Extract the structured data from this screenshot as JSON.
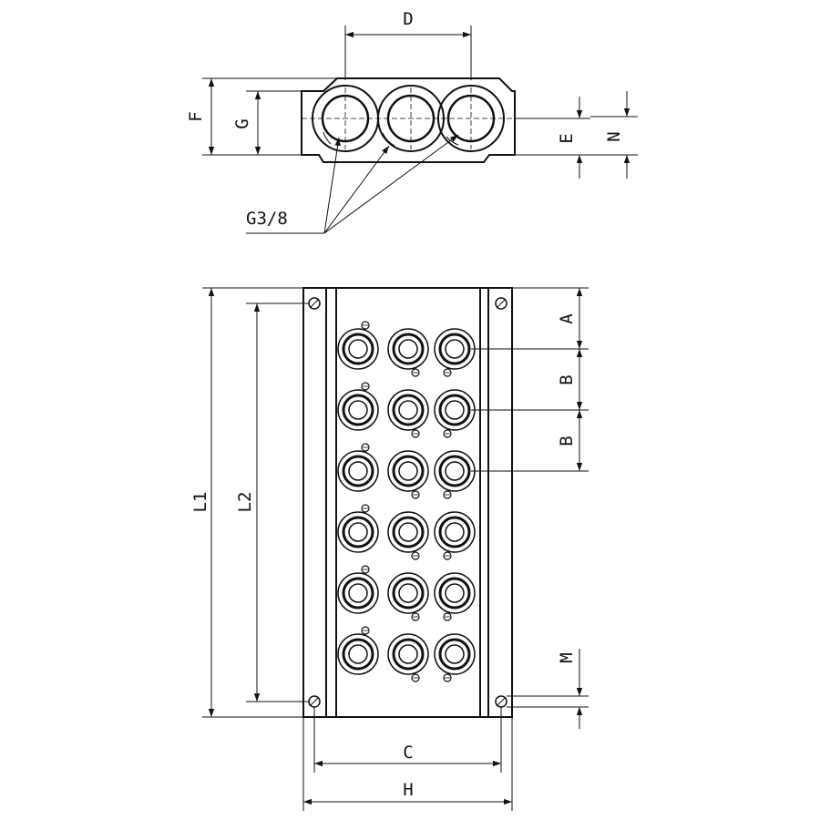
{
  "labels": {
    "top_view": {
      "D": "D",
      "F": "F",
      "G": "G",
      "E": "E",
      "N": "N",
      "thread": "G3/8"
    },
    "plan_view": {
      "A": "A",
      "B1": "B",
      "B2": "B",
      "L1": "L1",
      "L2": "L2",
      "M": "M",
      "C": "C",
      "H": "H"
    }
  },
  "ports": {
    "rows": 6,
    "columns": 3
  },
  "colors": {
    "line": "#111111",
    "background": "#ffffff"
  }
}
